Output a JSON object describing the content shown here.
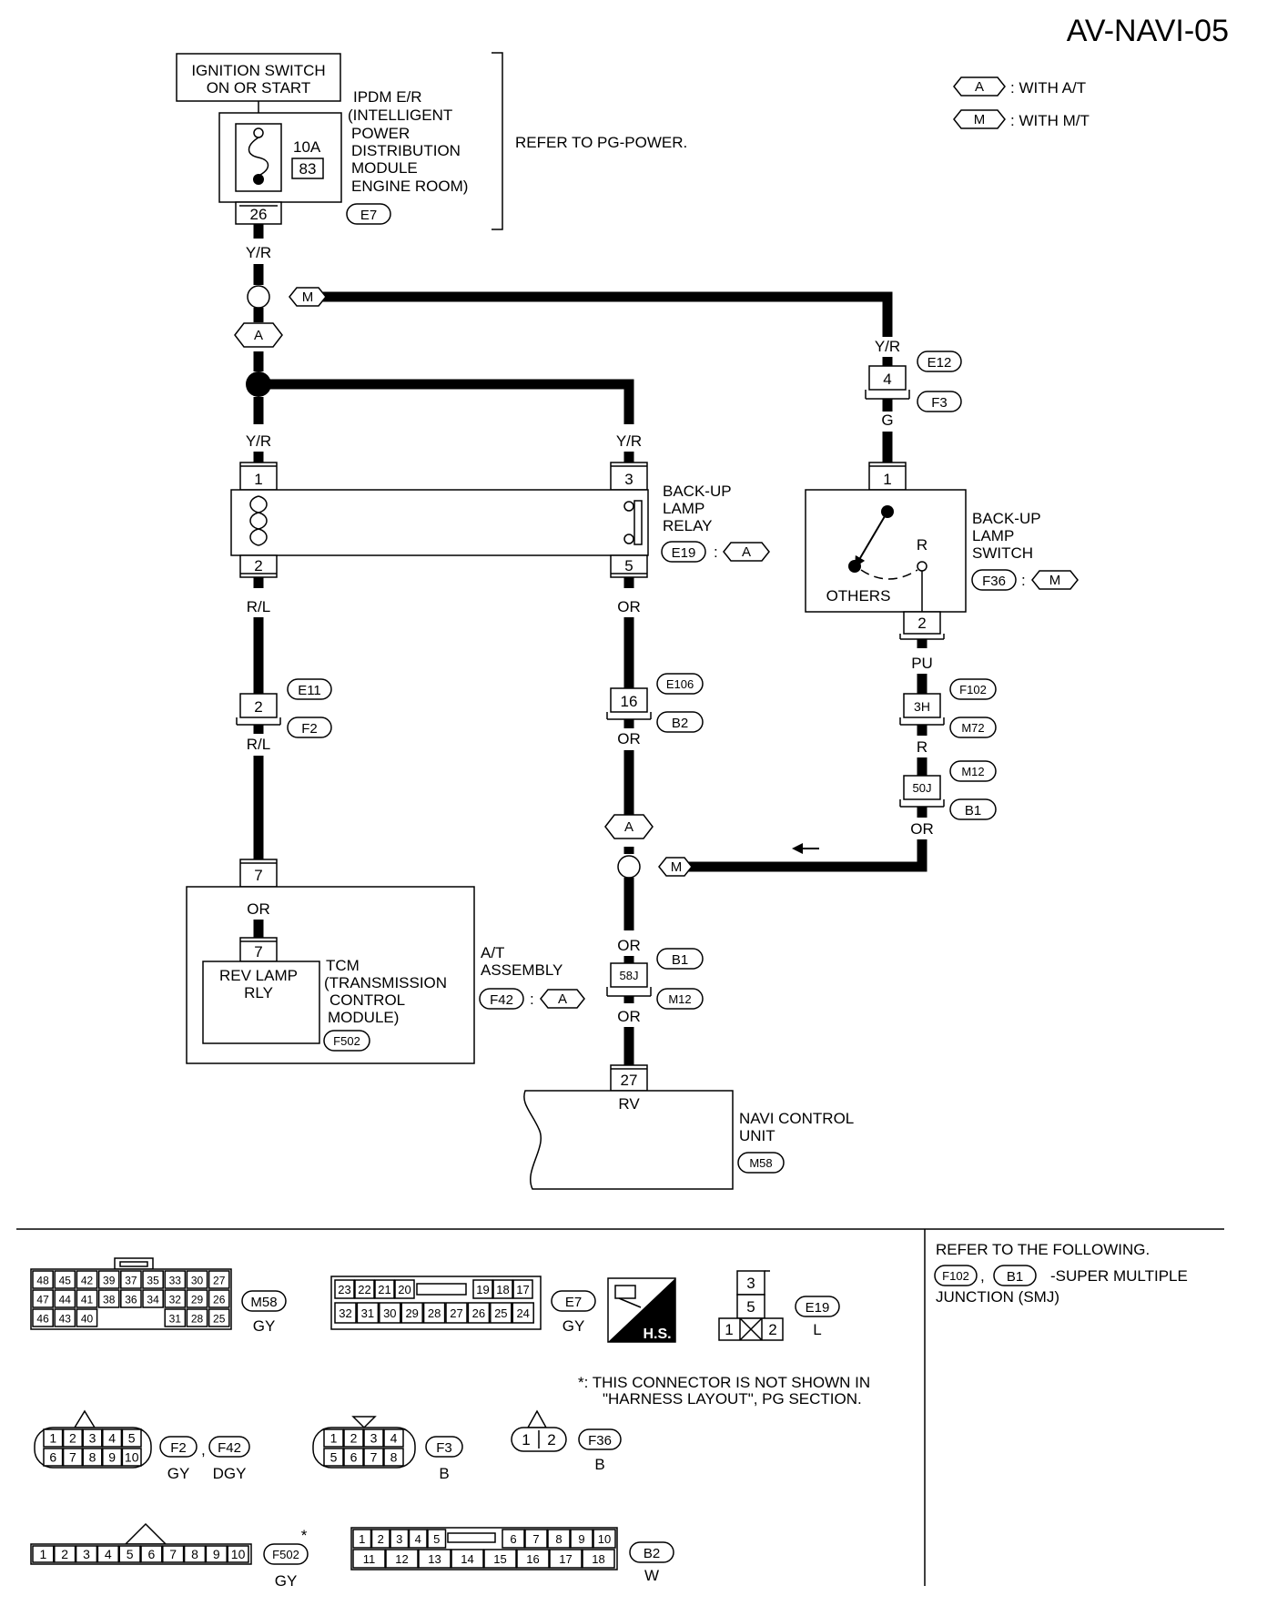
{
  "title": "AV-NAVI-05",
  "legend": {
    "a_symbol": "A",
    "a_text": ": WITH A/T",
    "m_symbol": "M",
    "m_text": ": WITH M/T"
  },
  "ignition": {
    "line1": "IGNITION SWITCH",
    "line2": "ON OR START"
  },
  "ipdm": {
    "lines": [
      "IPDM E/R",
      "(INTELLIGENT",
      "POWER",
      "DISTRIBUTION",
      "MODULE",
      "ENGINE ROOM)"
    ],
    "fuse_amp": "10A",
    "fuse_no": "83",
    "pin": "26",
    "connector": "E7",
    "refer": "REFER TO PG-POWER."
  },
  "wires": {
    "yr": "Y/R",
    "g": "G",
    "rl": "R/L",
    "or": "OR",
    "pu": "PU",
    "r": "R"
  },
  "tags": {
    "a": "A",
    "m": "M"
  },
  "relay": {
    "pin1": "1",
    "pin2": "2",
    "pin3": "3",
    "pin5": "5",
    "lines": [
      "BACK-UP",
      "LAMP",
      "RELAY"
    ],
    "connector": "E19",
    "sep": ":"
  },
  "switch": {
    "pin1": "1",
    "pin2": "2",
    "others": "OTHERS",
    "r": "R",
    "lines": [
      "BACK-UP",
      "LAMP",
      "SWITCH"
    ],
    "connector": "F36",
    "sep": ":"
  },
  "e12f3": {
    "pin": "4",
    "c1": "E12",
    "c2": "F3"
  },
  "e11f2": {
    "pin": "2",
    "c1": "E11",
    "c2": "F2"
  },
  "e106b2": {
    "pin": "16",
    "c1": "E106",
    "c2": "B2"
  },
  "f102m72": {
    "pin": "3H",
    "c1": "F102",
    "c2": "M72"
  },
  "m12b1": {
    "pin": "50J",
    "c1": "M12",
    "c2": "B1"
  },
  "b1m12": {
    "pin": "58J",
    "c1": "B1",
    "c2": "M12"
  },
  "at": {
    "pin_outer": "7",
    "pin_inner": "7",
    "rev1": "REV LAMP",
    "rev2": "RLY",
    "tcm": [
      "TCM",
      "(TRANSMISSION",
      "CONTROL",
      "MODULE)"
    ],
    "tcm_conn": "F502",
    "assembly": [
      "A/T",
      "ASSEMBLY"
    ],
    "connector": "F42",
    "sep": ":"
  },
  "navi": {
    "pin": "27",
    "term": "RV",
    "lines": [
      "NAVI CONTROL",
      "UNIT"
    ],
    "connector": "M58"
  },
  "connectors": {
    "m58": {
      "rows": [
        [
          "48",
          "45",
          "42",
          "39",
          "37",
          "35",
          "33",
          "30",
          "27"
        ],
        [
          "47",
          "44",
          "41",
          "38",
          "36",
          "34",
          "32",
          "29",
          "26"
        ],
        [
          "46",
          "43",
          "40",
          "",
          "",
          "",
          "31",
          "28",
          "25"
        ]
      ],
      "label": "M58",
      "color": "GY"
    },
    "e7": {
      "rows": [
        [
          "23",
          "22",
          "21",
          "20",
          "",
          "19",
          "18",
          "17"
        ],
        [
          "32",
          "31",
          "30",
          "29",
          "28",
          "27",
          "26",
          "25",
          "24"
        ]
      ],
      "label": "E7",
      "color": "GY"
    },
    "hs": "H.S.",
    "e19": {
      "p3": "3",
      "p5": "5",
      "p1": "1",
      "p2": "2",
      "label": "E19",
      "color": "L"
    },
    "f2f42": {
      "rows": [
        [
          "1",
          "2",
          "3",
          "4",
          "5"
        ],
        [
          "6",
          "7",
          "8",
          "9",
          "10"
        ]
      ],
      "label1": "F2",
      "sep": ",",
      "label2": "F42",
      "color1": "GY",
      "color2": "DGY"
    },
    "f3": {
      "rows": [
        [
          "1",
          "2",
          "3",
          "4"
        ],
        [
          "5",
          "6",
          "7",
          "8"
        ]
      ],
      "label": "F3",
      "color": "B"
    },
    "f36": {
      "pins": [
        "1",
        "2"
      ],
      "label": "F36",
      "color": "B"
    },
    "f502": {
      "pins": [
        "1",
        "2",
        "3",
        "4",
        "5",
        "6",
        "7",
        "8",
        "9",
        "10"
      ],
      "label": "F502",
      "star": "*",
      "color": "GY"
    },
    "b2": {
      "rows": [
        [
          "1",
          "2",
          "3",
          "4",
          "5",
          "",
          "6",
          "7",
          "8",
          "9",
          "10"
        ],
        [
          "11",
          "12",
          "13",
          "14",
          "15",
          "16",
          "17",
          "18"
        ]
      ],
      "label": "B2",
      "color": "W"
    }
  },
  "note": {
    "line1": "*: THIS CONNECTOR IS NOT SHOWN IN",
    "line2": "\"HARNESS LAYOUT\", PG SECTION."
  },
  "refer_panel": {
    "line1": "REFER TO THE FOLLOWING.",
    "c1": "F102",
    "sep": ",",
    "c2": "B1",
    "line2": "-SUPER MULTIPLE",
    "line3": "JUNCTION (SMJ)"
  }
}
